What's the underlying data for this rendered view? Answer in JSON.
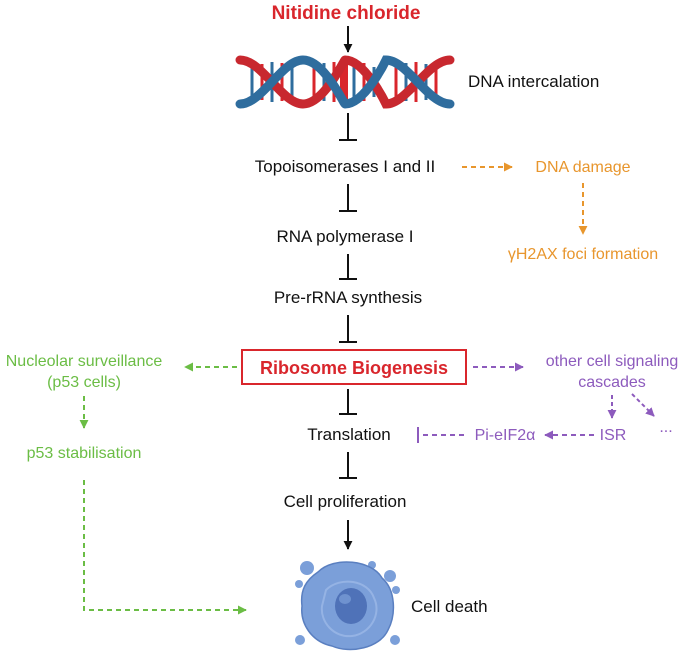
{
  "colors": {
    "text": "#111111",
    "accent_red": "#d9262c",
    "dna_damage_orange": "#e8962d",
    "p53_green": "#6bbd45",
    "signaling_purple": "#8d5bbd",
    "dna_blue": "#2f6d9e",
    "cell_blue": "#7b9fd9"
  },
  "labels": {
    "compound": "Nitidine chloride",
    "dna": "DNA intercalation",
    "topo": "Topoisomerases I and II",
    "rnapol": "RNA polymerase I",
    "prerrna": "Pre-rRNA synthesis",
    "ribosome": "Ribosome Biogenesis",
    "translation": "Translation",
    "proliferation": "Cell proliferation",
    "death": "Cell death",
    "dna_damage": "DNA damage",
    "h2ax": "γH2AX foci formation",
    "nucleolar_line1": "Nucleolar surveillance",
    "nucleolar_line2": "(p53 cells)",
    "p53": "p53 stabilisation",
    "signaling_line1": "other cell signaling",
    "signaling_line2": "cascades",
    "isr": "ISR",
    "peif": "Pi-eIF2α",
    "ellipsis": "..."
  },
  "icons": {
    "dna": "dna-double-helix-icon",
    "cell": "dying-cell-icon"
  }
}
